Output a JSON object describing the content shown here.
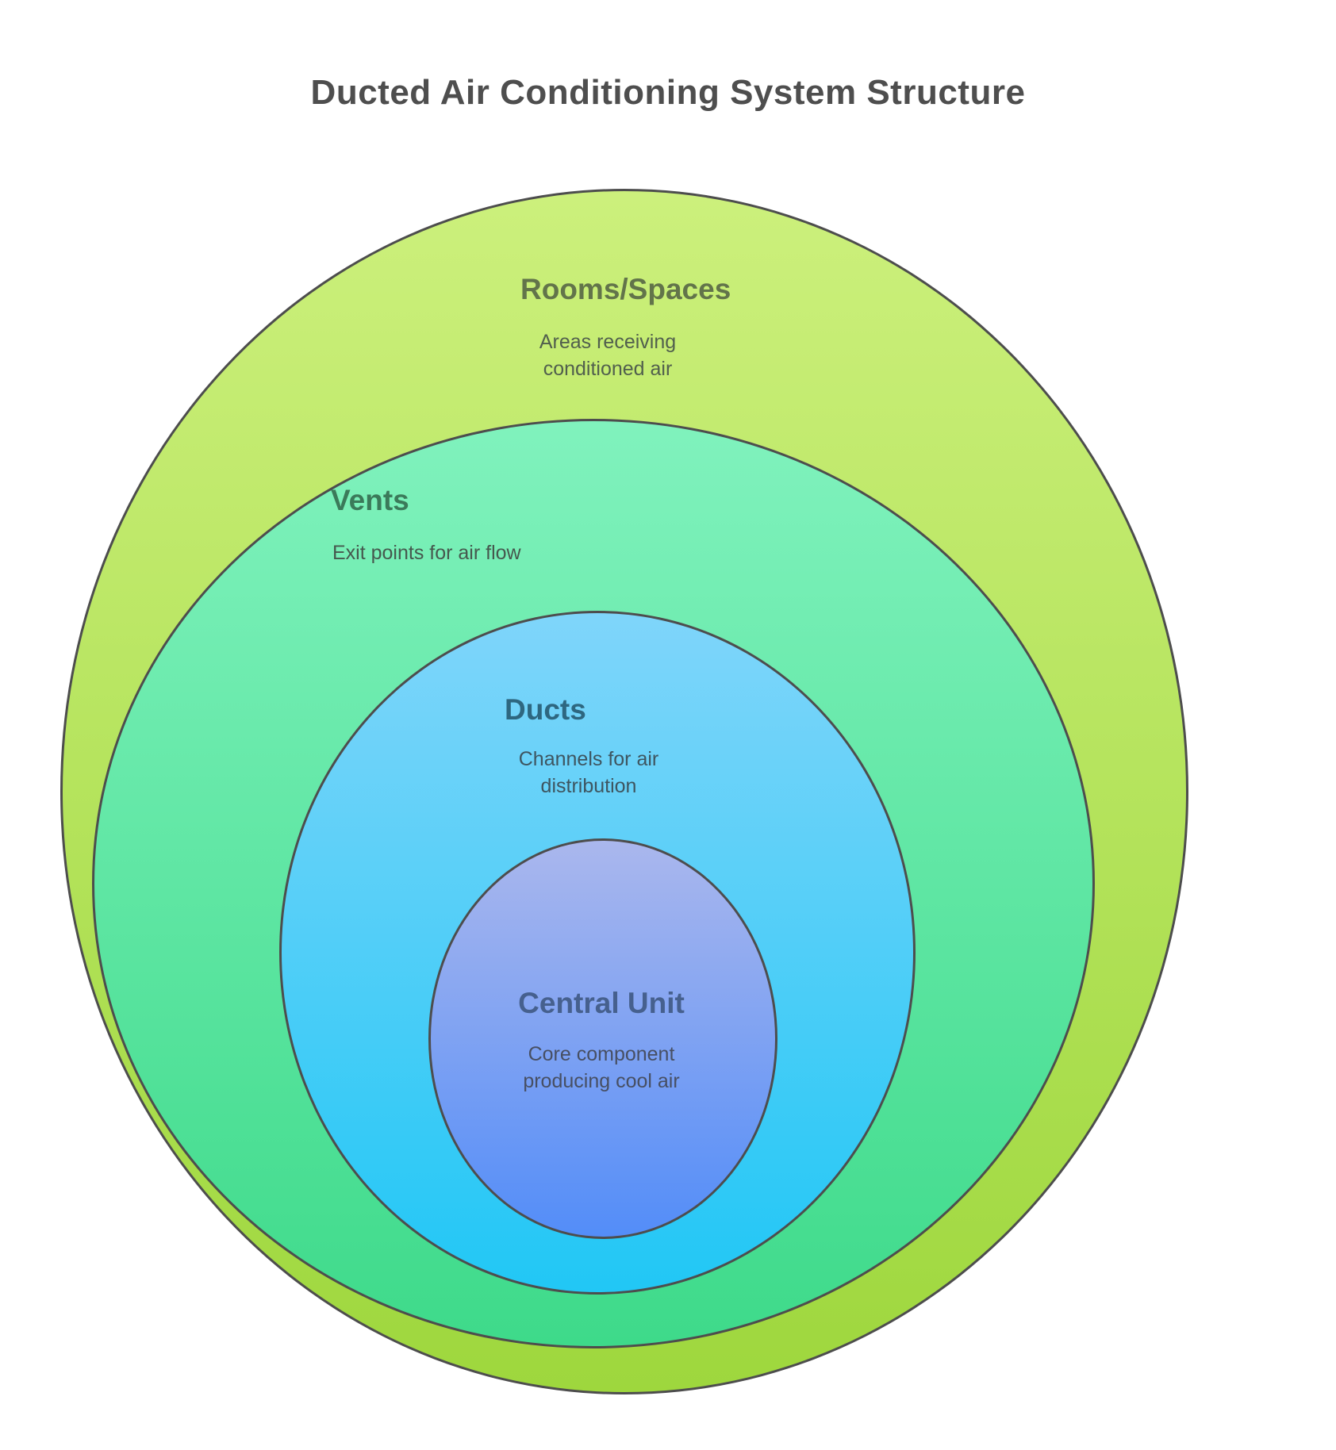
{
  "title": {
    "text": "Ducted Air Conditioning System Structure",
    "color": "#4e4e4e"
  },
  "diagram": {
    "type": "nested-ellipses",
    "border_color": "#4d4d4d",
    "layers": [
      {
        "name": "Rooms/Spaces",
        "description": "Areas receiving\nconditioned air",
        "fill_top": "#ccf07c",
        "fill_bottom": "#9ed73d",
        "name_color": "#62744a",
        "desc_color": "#515f4d"
      },
      {
        "name": "Vents",
        "description": "Exit points for air flow",
        "fill_top": "#80f2bd",
        "fill_bottom": "#3eda8a",
        "name_color": "#3b7a5a",
        "desc_color": "#46584e"
      },
      {
        "name": "Ducts",
        "description": "Channels for air\ndistribution",
        "fill_top": "#7fd5fa",
        "fill_bottom": "#21c7f5",
        "name_color": "#2e6780",
        "desc_color": "#3e5560"
      },
      {
        "name": "Central Unit",
        "description": "Core component\nproducing cool air",
        "fill_top": "#aab7ed",
        "fill_bottom": "#538df8",
        "name_color": "#46608e",
        "desc_color": "#474f63"
      }
    ]
  }
}
